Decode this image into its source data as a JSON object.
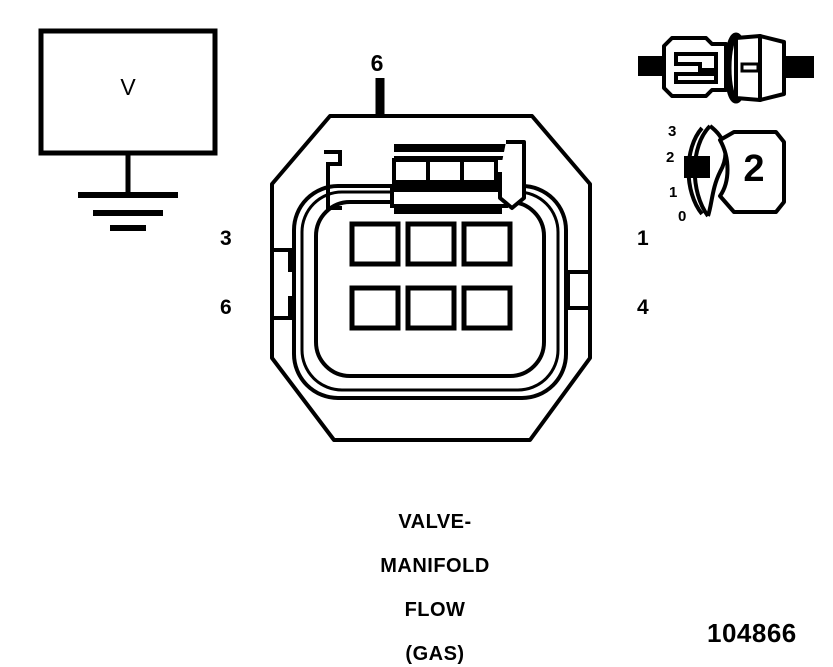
{
  "diagram": {
    "title": "VALVE-MANIFOLD FLOW (GAS) connector pinout",
    "part_number": "104866",
    "line_color": "#000000",
    "background_color": "#ffffff"
  },
  "caption": {
    "lines": [
      "VALVE-",
      "MANIFOLD",
      "FLOW",
      "(GAS)"
    ]
  },
  "meter": {
    "symbol_letter": "V",
    "name": "voltmeter"
  },
  "callout": {
    "label": "6",
    "points_to_pin": "6"
  },
  "connector": {
    "name": "valve-manifold-flow-gas-connector",
    "cavity_count": 6,
    "rows": 2,
    "columns": 3,
    "pin_labels_left": [
      "3",
      "6"
    ],
    "pin_labels_right": [
      "1",
      "4"
    ]
  },
  "pins": [
    {
      "id": "3",
      "side": "left",
      "row": "top"
    },
    {
      "id": "6",
      "side": "left",
      "row": "bottom"
    },
    {
      "id": "1",
      "side": "right",
      "row": "top"
    },
    {
      "id": "4",
      "side": "right",
      "row": "bottom"
    }
  ],
  "knob": {
    "face_label": "2",
    "tick_labels": [
      "3",
      "2",
      "1",
      "0"
    ],
    "selected_position": "2"
  },
  "plug_pair": {
    "name": "mating-connector-pair",
    "halves": [
      "male-plug",
      "female-socket"
    ]
  }
}
